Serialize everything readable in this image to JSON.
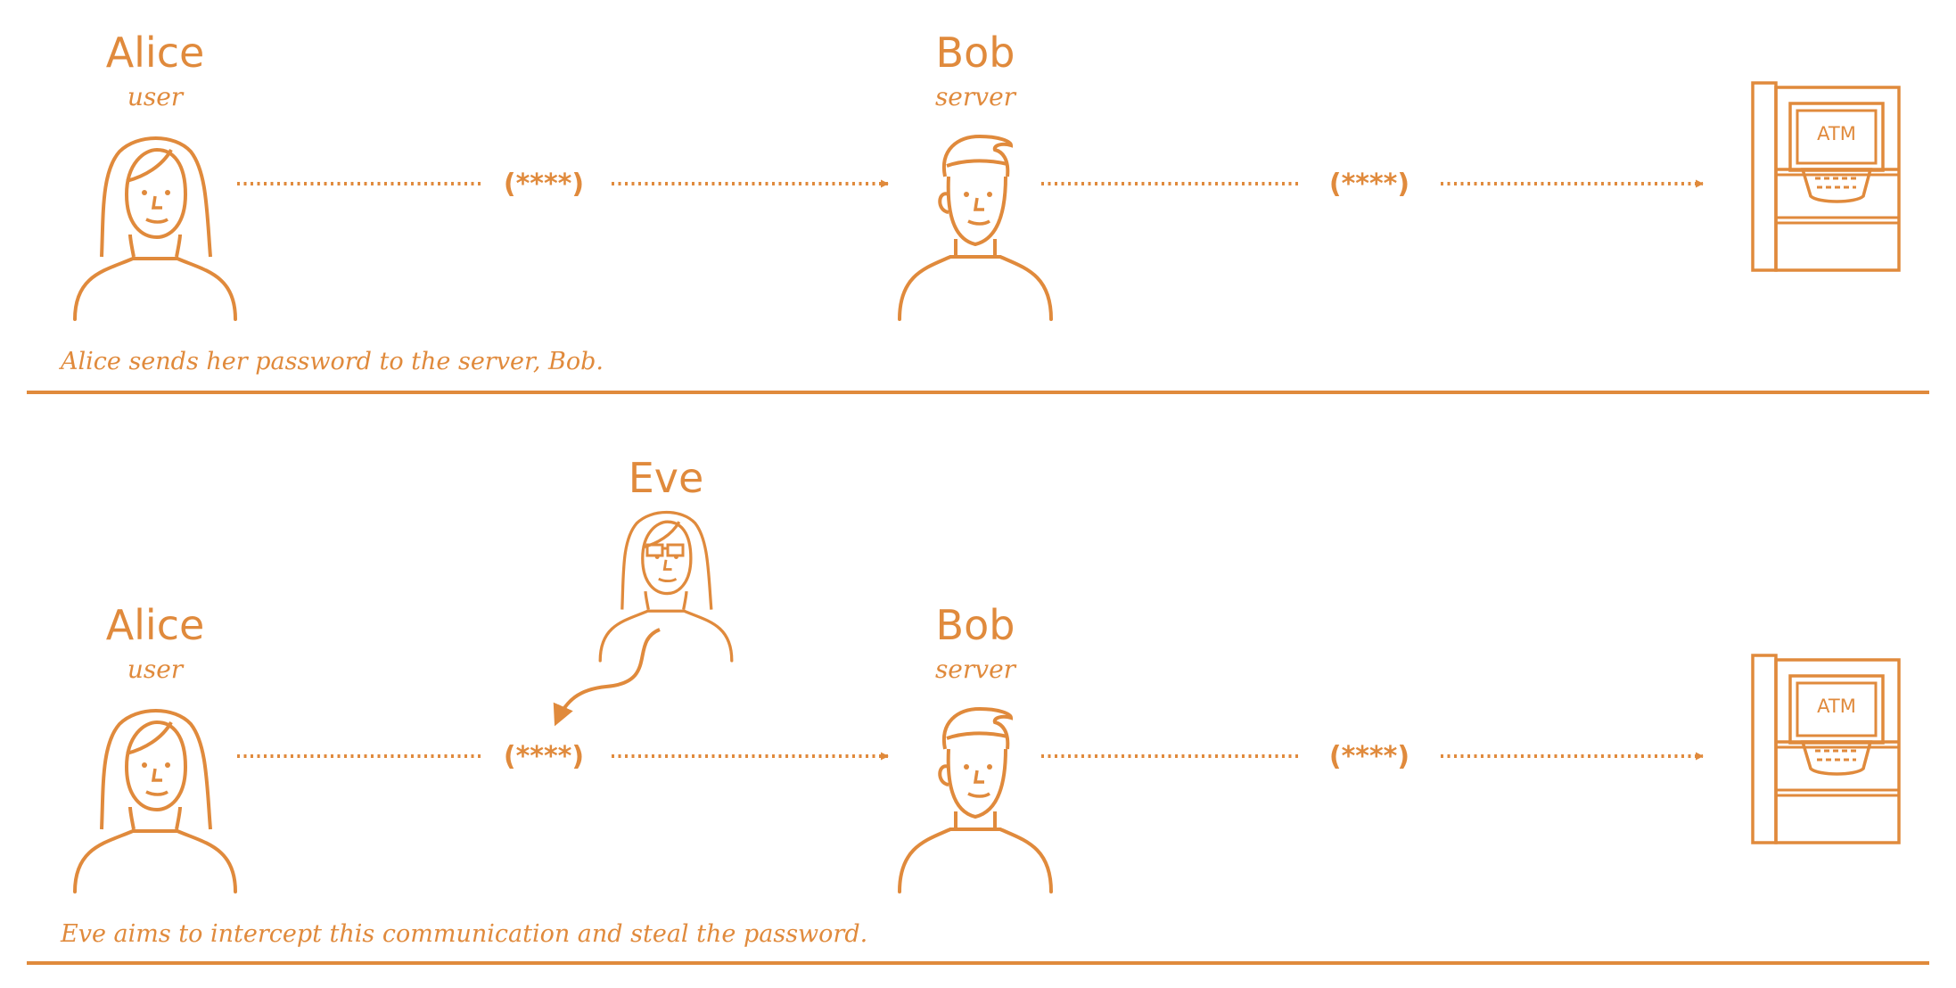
{
  "colors": {
    "accent": "#E08A3C",
    "background": "#FFFFFF"
  },
  "panels": [
    {
      "actors": [
        {
          "name": "Alice",
          "role": "user",
          "icon": "woman-icon"
        },
        {
          "name": "Bob",
          "role": "server",
          "icon": "man-icon"
        },
        {
          "name": "",
          "role": "",
          "icon": "atm-icon"
        }
      ],
      "messages": [
        "(****)",
        "(****)"
      ],
      "atm_label": "ATM",
      "caption": "Alice sends her password to the server, Bob."
    },
    {
      "actors": [
        {
          "name": "Alice",
          "role": "user",
          "icon": "woman-icon"
        },
        {
          "name": "Bob",
          "role": "server",
          "icon": "man-icon"
        },
        {
          "name": "",
          "role": "",
          "icon": "atm-icon"
        }
      ],
      "eavesdropper": {
        "name": "Eve",
        "icon": "eavesdropper-icon"
      },
      "messages": [
        "(****)",
        "(****)"
      ],
      "atm_label": "ATM",
      "caption": "Eve aims to intercept this communication and steal the password."
    }
  ]
}
